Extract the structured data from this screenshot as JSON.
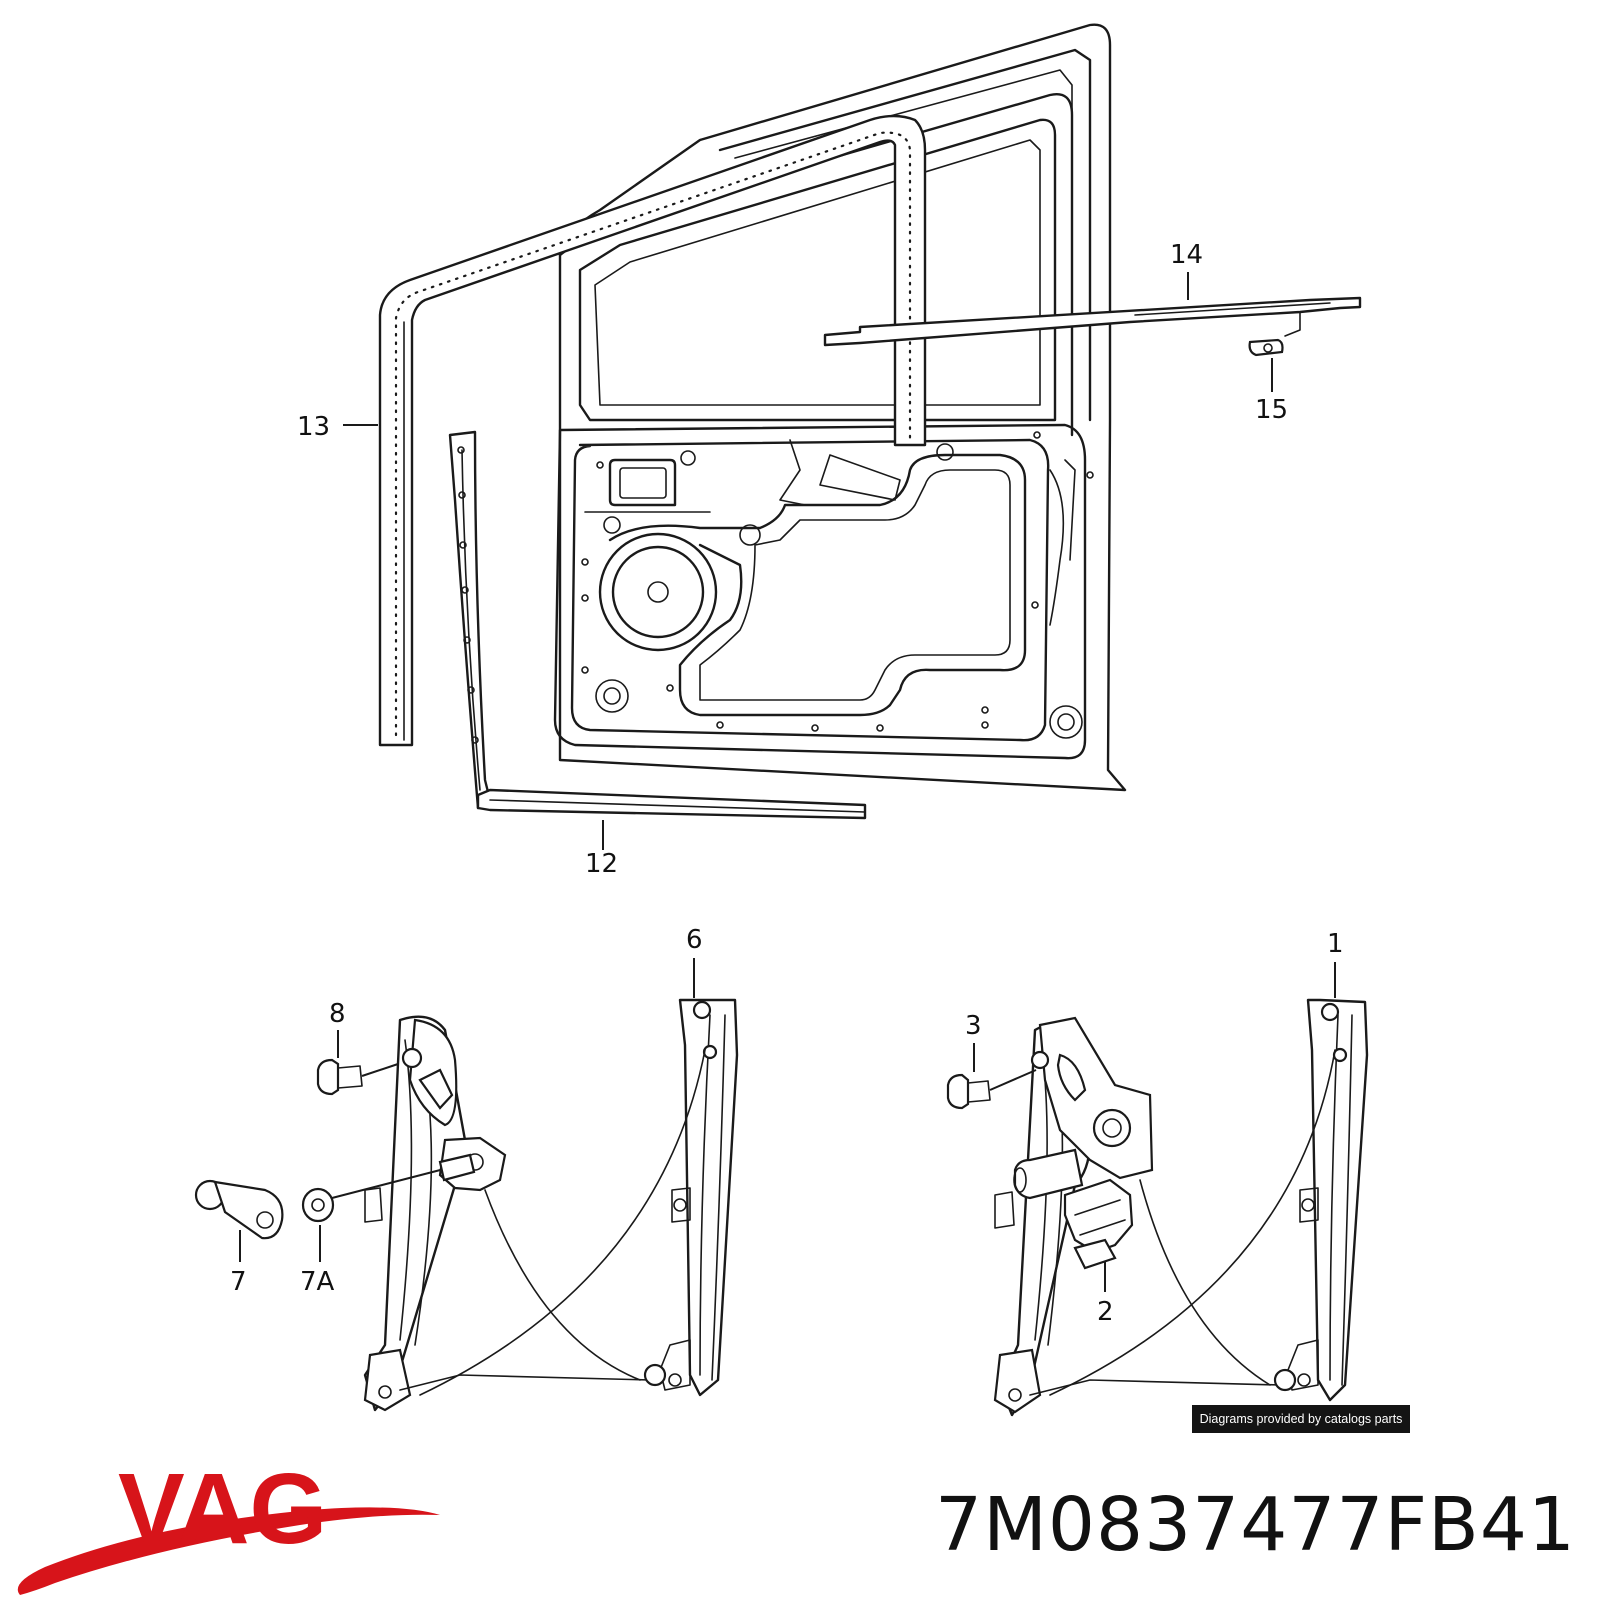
{
  "diagram": {
    "callouts": {
      "c1": "1",
      "c2": "2",
      "c3": "3",
      "c6": "6",
      "c7": "7",
      "c7a": "7A",
      "c8": "8",
      "c12": "12",
      "c13": "13",
      "c14": "14",
      "c15": "15"
    }
  },
  "credit": "Diagrams provided by catalogs parts",
  "part_number": "7M0837477FB41",
  "brand": {
    "logo_text": "VAG",
    "color": "#d7141a"
  }
}
